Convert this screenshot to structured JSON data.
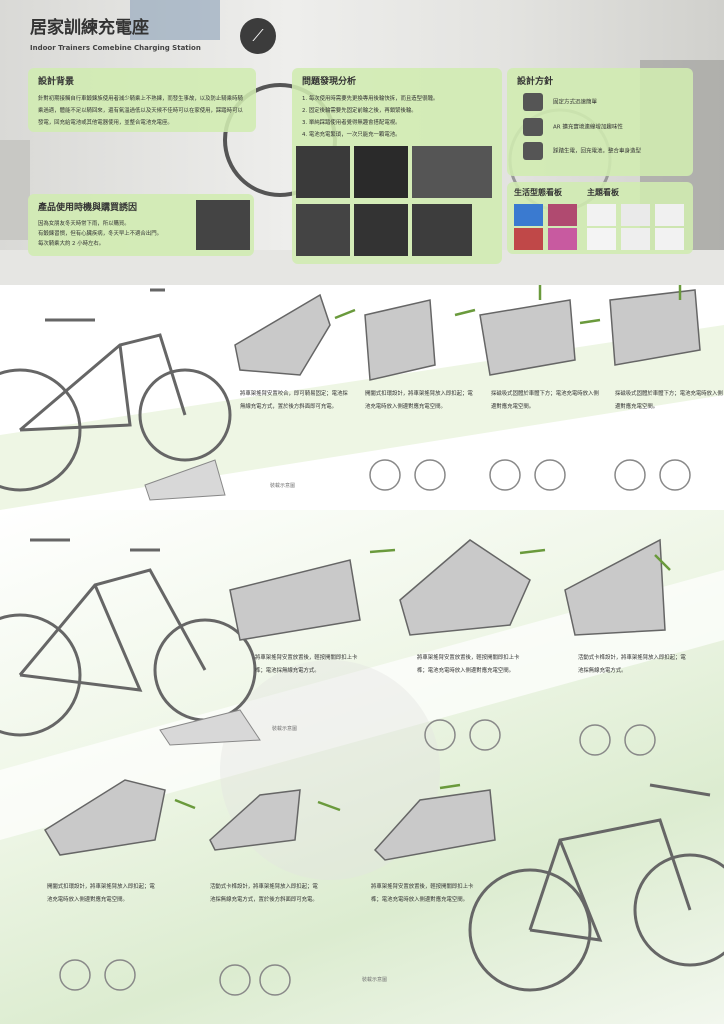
{
  "header": {
    "title": "居家訓練充電座",
    "subtitle": "Indoor Trainers Comebine Charging Station",
    "logo": "bike-stand-logo"
  },
  "background_panel": {
    "title": "設計背景",
    "text": "針對初期接觸自行車鍛鍊族使用者減少騎乘上不熟練，而發生事故，以及防止騎乘時騎乘過適，體能不足以騎回來，還有氣溫過低以及天候不佳時可以在家使用，踩踏時可以發電，回充給電池或其他電器使用，並整合電池充電座。"
  },
  "problem_panel": {
    "title": "問題發現分析",
    "items": [
      "1. 每次使用時需要先更換專用後輪快拆，而且造型很醜。",
      "2. 固定後輪需要先固定前輪之後，再鎖緊後輪。",
      "3. 單純踩踏使用者覺得無趣會搭配電視。",
      "4. 電池充電繁瑣，一次只能充一顆電池。"
    ]
  },
  "design_panel": {
    "title": "設計方針",
    "items": [
      {
        "icon": "fixing-icon",
        "text": "固定方式迅速簡單"
      },
      {
        "icon": "ar-headset-icon",
        "text": "AR 擴充實境連線增加趣味性"
      },
      {
        "icon": "battery-icon",
        "text": "踩踏生電，回充電池，整合車身造型"
      }
    ]
  },
  "boards": {
    "lifestyle": "生活型態看板",
    "theme": "主題看板"
  },
  "usage_panel": {
    "title": "產品使用時機與購買誘因",
    "items": [
      "因為女朋友冬天時常下雨，所以購買。",
      "有鍛鍊習慣，但有心臟疾病，冬天早上不適合出門。",
      "每次騎乘大約 2 小時左右。"
    ]
  },
  "row1": {
    "captions": [
      "將車架搖臂安置咬合，即可騎易固定；電池採無線充電方式，置於後方斜面即可充電。",
      "開闔式扣環設計，將車架搖臂放入即扣起；電池充電時放入側邊對應充電空間。",
      "採磁吸式固體於車體下方；電池充電時放入側邊對應充電空間。",
      "採磁吸式固體於車體下方；電池充電時放入側邊對應充電空間。"
    ],
    "label": "裝載示意圖"
  },
  "row2": {
    "captions": [
      "將車架搖臂安置放置後，輕按開關即扣上卡榫；電池採無線充電方式。",
      "將車架搖臂安置放置後，輕按開關即扣上卡榫；電池充電時放入側邊對應充電空間。",
      "活動式卡榫設計，將車架搖臂放入即扣起；電池採無線充電方式。"
    ],
    "label": "裝載示意圖"
  },
  "row3": {
    "captions": [
      "開闔式扣環設計，將車架搖臂放入即扣起；電池充電時放入側邊對應充電空間。",
      "活動式卡榫設計，將車架搖臂放入即扣起；電池採無線充電方式，置於後方斜面即可充電。",
      "將車架搖臂安置放置後，輕按開關即扣上卡榫；電池充電時放入側邊對應充電空間。"
    ],
    "label": "裝載示意圖"
  },
  "colors": {
    "accent": "#6a9a3c",
    "panel": "#d0ecb0",
    "sketch": "#8a8a8a"
  }
}
